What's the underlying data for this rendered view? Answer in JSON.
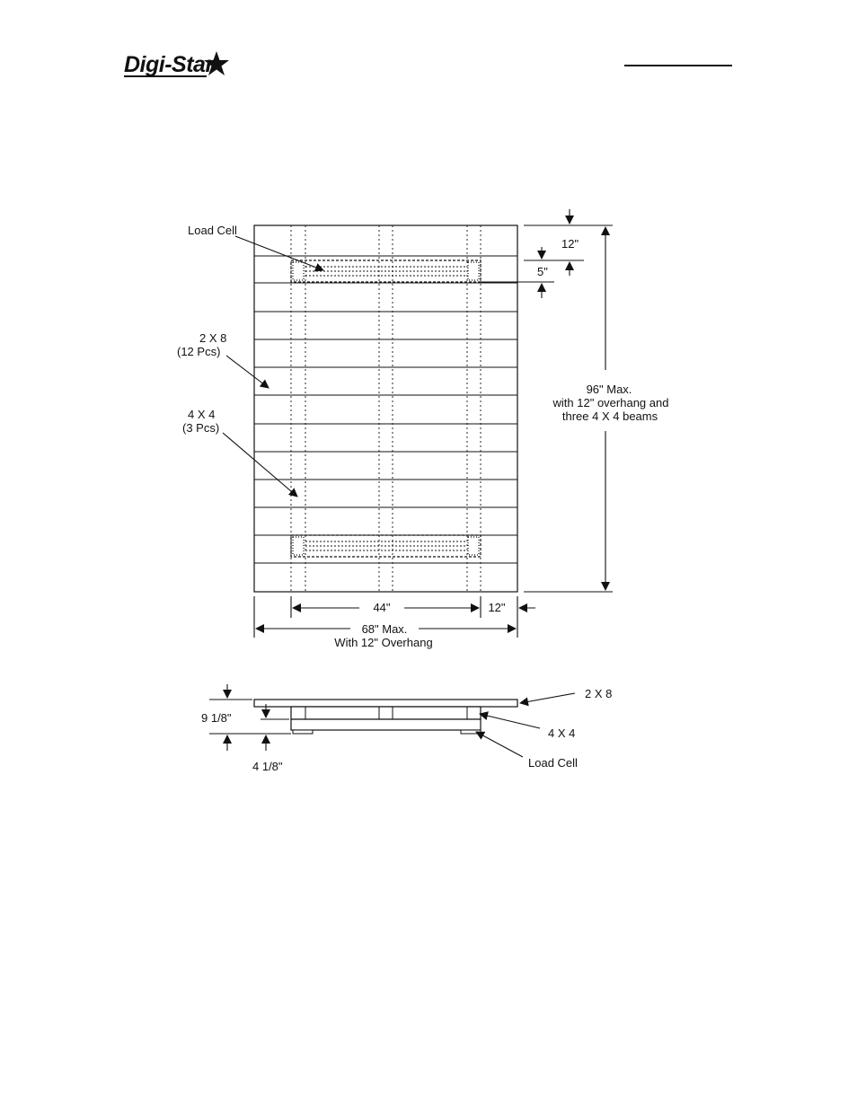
{
  "header": {
    "logo_text": "Digi-Star"
  },
  "top_view": {
    "load_cell_label": "Load Cell",
    "boards_label_line1": "2 X 8",
    "boards_label_line2": "(12 Pcs)",
    "beams_label_line1": "4 X 4",
    "beams_label_line2": "(3 Pcs)",
    "dim_top_overhang": "12\"",
    "dim_cell_offset": "5\"",
    "dim_length_line1": "96\" Max.",
    "dim_length_line2": "with 12\" overhang and",
    "dim_length_line3": "three 4 X 4 beams",
    "dim_beam_span": "44\"",
    "dim_side_overhang": "12\"",
    "dim_width_line1": "68\" Max.",
    "dim_width_line2": "With 12\" Overhang"
  },
  "side_view": {
    "boards_label": "2 X 8",
    "beams_label": "4 X 4",
    "load_cell_label": "Load Cell",
    "dim_total_height": "9 1/8\"",
    "dim_cell_height": "4 1/8\""
  }
}
